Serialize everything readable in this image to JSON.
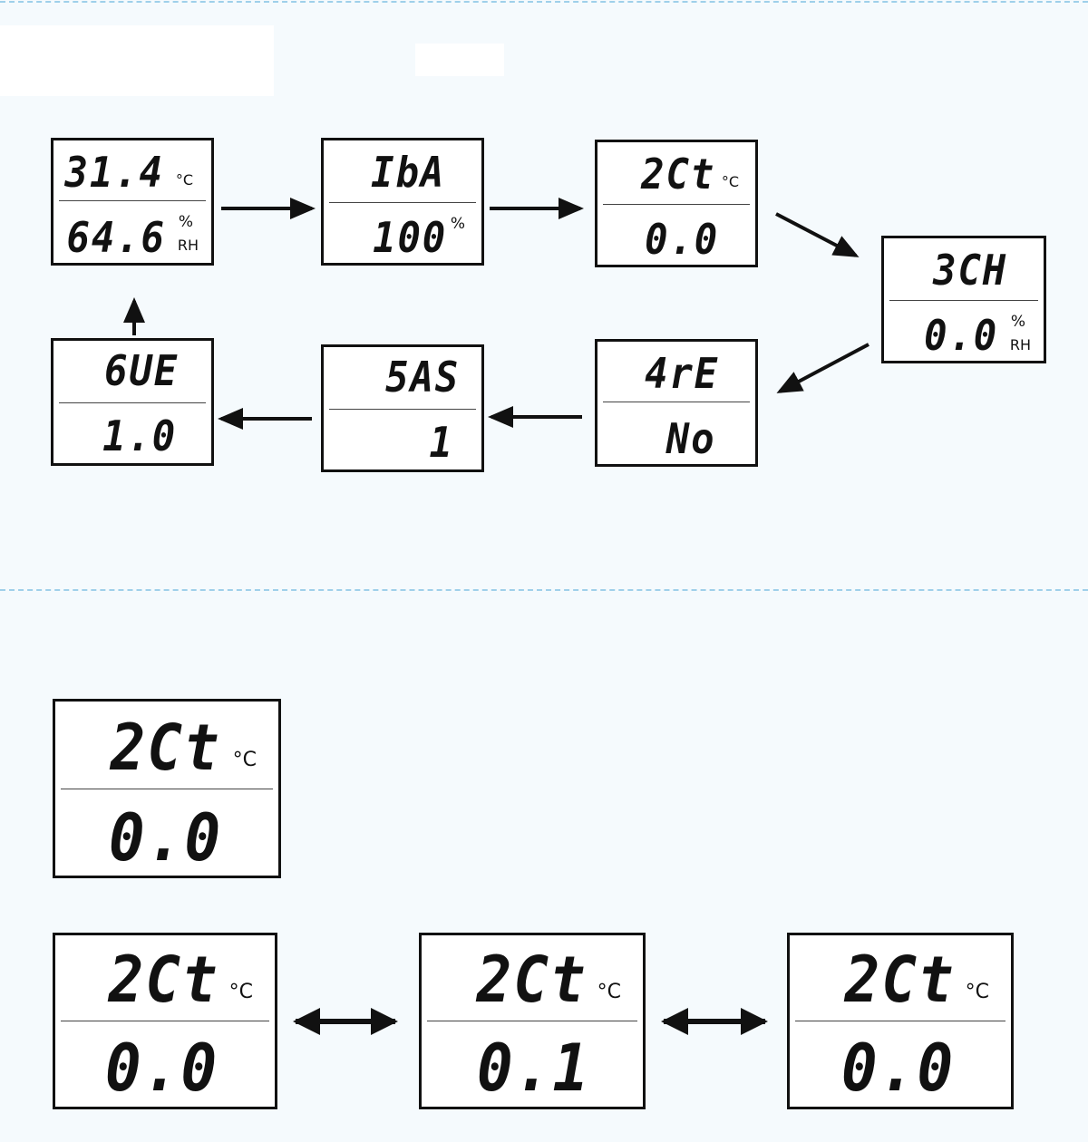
{
  "flow": {
    "p1": {
      "top": "31.4",
      "top_unit": "°C",
      "bottom": "64.6",
      "bottom_unit_top": "%",
      "bottom_unit_bot": "RH"
    },
    "p2": {
      "top": "IbA",
      "bottom": "100",
      "bottom_unit_top": "%"
    },
    "p3": {
      "top": "2Ct",
      "top_unit": "°C",
      "bottom": "0.0"
    },
    "p4": {
      "top": "3CH",
      "bottom": "0.0",
      "bottom_unit_top": "%",
      "bottom_unit_bot": "RH"
    },
    "p5": {
      "top": "4rE",
      "bottom": "No"
    },
    "p6": {
      "top": "5AS",
      "bottom": "1"
    },
    "p7": {
      "top": "6UE",
      "bottom": "1.0"
    }
  },
  "calibration": {
    "single": {
      "top": "2Ct",
      "top_unit": "°C",
      "bottom": "0.0"
    },
    "seq": [
      {
        "top": "2Ct",
        "top_unit": "°C",
        "bottom": "0.0"
      },
      {
        "top": "2Ct",
        "top_unit": "°C",
        "bottom": "0.1"
      },
      {
        "top": "2Ct",
        "top_unit": "°C",
        "bottom": "0.0"
      }
    ]
  }
}
